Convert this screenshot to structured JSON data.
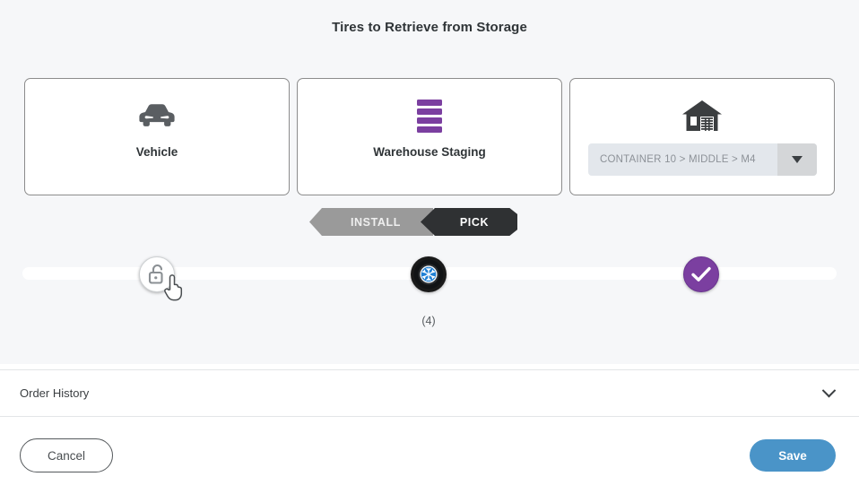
{
  "header": {
    "title": "Tires to Retrieve from Storage"
  },
  "destinations": [
    {
      "id": "vehicle",
      "label": "Vehicle",
      "icon": "car-icon"
    },
    {
      "id": "warehouse",
      "label": "Warehouse Staging",
      "icon": "tire-stack-icon"
    },
    {
      "id": "storage",
      "label": "",
      "icon": "warehouse-icon"
    }
  ],
  "location_select": {
    "value": "CONTAINER 10 > MIDDLE > M4",
    "dropdown_icon": "caret-down-icon",
    "enabled": false
  },
  "mode_toggle": {
    "install_label": "INSTALL",
    "pick_label": "PICK",
    "selected": "PICK"
  },
  "progress": {
    "nodes": [
      {
        "id": "lock",
        "icon": "unlock-icon",
        "state": "locked-open"
      },
      {
        "id": "tire",
        "icon": "winter-tire-icon",
        "state": "active"
      },
      {
        "id": "check",
        "icon": "check-icon",
        "state": "complete"
      }
    ],
    "count_label": "(4)"
  },
  "cursor": {
    "icon": "pointer-hand-cursor"
  },
  "order_history": {
    "label": "Order History",
    "expand_icon": "chevron-down-icon",
    "expanded": false
  },
  "footer": {
    "cancel_label": "Cancel",
    "save_label": "Save"
  },
  "colors": {
    "accent_purple": "#7b3fa0",
    "save_blue": "#4a94c8",
    "pick_dark": "#2f3133",
    "install_gray": "#9a9a9a",
    "page_bg": "#f6f7f9",
    "tire_blue": "#1e7fd4"
  }
}
